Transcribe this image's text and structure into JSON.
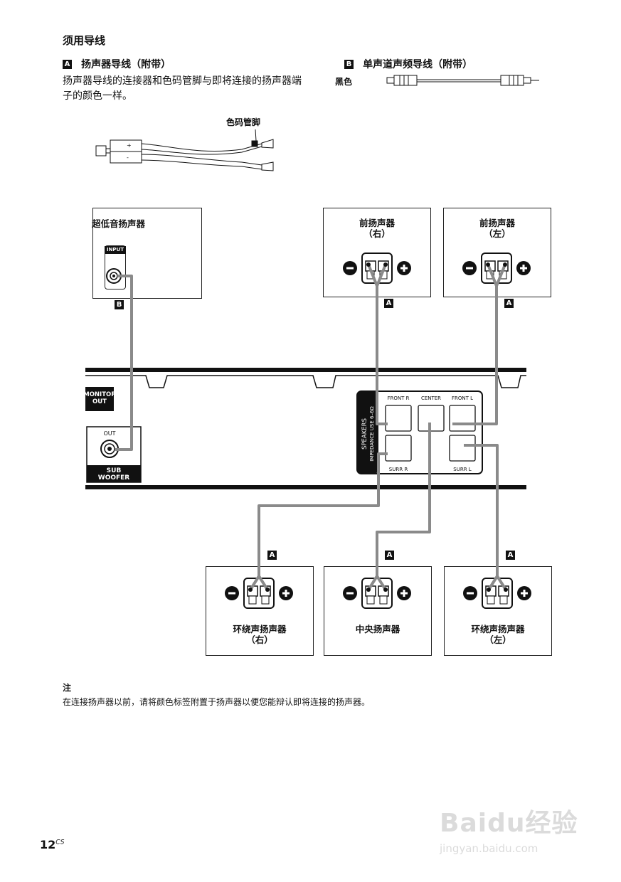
{
  "section_title": "须用导线",
  "cable_a": {
    "tag": "A",
    "title": "扬声器导线（附带）",
    "description": "扬声器导线的连接器和色码管脚与即将连接的扬声器端子的颜色一样。",
    "pin_label": "色码管脚"
  },
  "cable_b": {
    "tag": "B",
    "title": "单声道声频导线（附带）",
    "color_label": "黑色"
  },
  "speakers": {
    "subwoofer": {
      "name": "超低音扬声器",
      "input_label": "INPUT",
      "cable_tag": "B"
    },
    "front_right": {
      "name": "前扬声器",
      "side": "（右）",
      "cable_tag": "A"
    },
    "front_left": {
      "name": "前扬声器",
      "side": "（左）",
      "cable_tag": "A"
    },
    "surround_right": {
      "name": "环绕声扬声器",
      "side": "（右）",
      "cable_tag": "A"
    },
    "center": {
      "name": "中央扬声器",
      "side": "",
      "cable_tag": "A"
    },
    "surround_left": {
      "name": "环绕声扬声器",
      "side": "（左）",
      "cable_tag": "A"
    }
  },
  "receiver": {
    "monitor_out": "MONITOR OUT",
    "out_label": "OUT",
    "sub_woofer": "SUB WOOFER",
    "speakers_label": "SPEAKERS",
    "impedance_label": "IMPEDANCE USE 6–6Ω",
    "terminals": {
      "front_r": "FRONT R",
      "center": "CENTER",
      "front_l": "FRONT L",
      "surr_r": "SURR R",
      "surr_l": "SURR L"
    }
  },
  "note": {
    "heading": "注",
    "text": "在连接扬声器以前，请将颜色标签附置于扬声器以便您能辩认即将连接的扬声器。"
  },
  "page_number": "12",
  "page_suffix": "CS",
  "watermark": {
    "brand": "Baidu经验",
    "url": "jingyan.baidu.com"
  },
  "colors": {
    "cable": "#8a8a8a",
    "ink": "#111111"
  }
}
